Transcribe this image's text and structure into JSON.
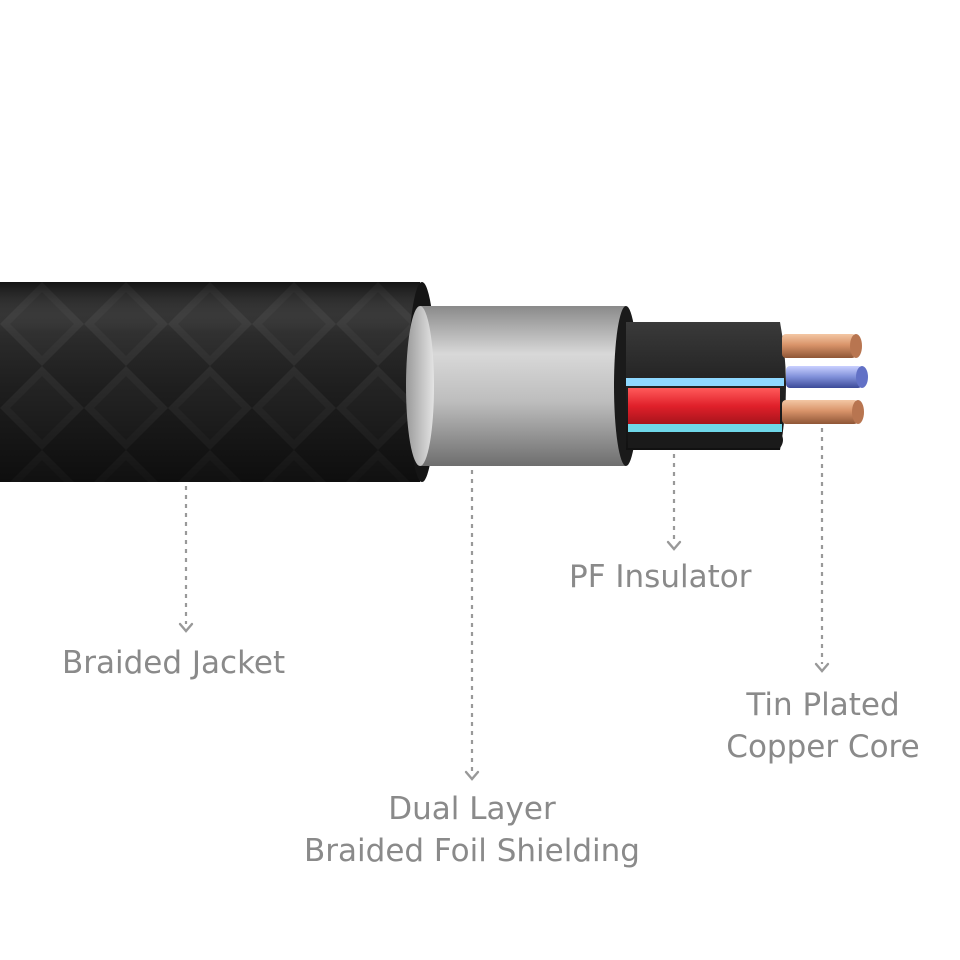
{
  "labels": {
    "braided_jacket": "Braided Jacket",
    "pf_insulator": "PF Insulator",
    "core_line1": "Tin Plated",
    "core_line2": "Copper Core",
    "shield_line1": "Dual Layer",
    "shield_line2": "Braided Foil Shielding"
  },
  "colors": {
    "jacket": "#1b1b1b",
    "shield": "#b8b8b8",
    "insulator": "#2a2a2a",
    "red_wire": "#e0202a",
    "cyan_stripe": "#6fd7e8",
    "copper": "#d9946a",
    "blue_core": "#7f8fd9",
    "label_text": "#8a8a8a",
    "leader_line": "#999999"
  }
}
